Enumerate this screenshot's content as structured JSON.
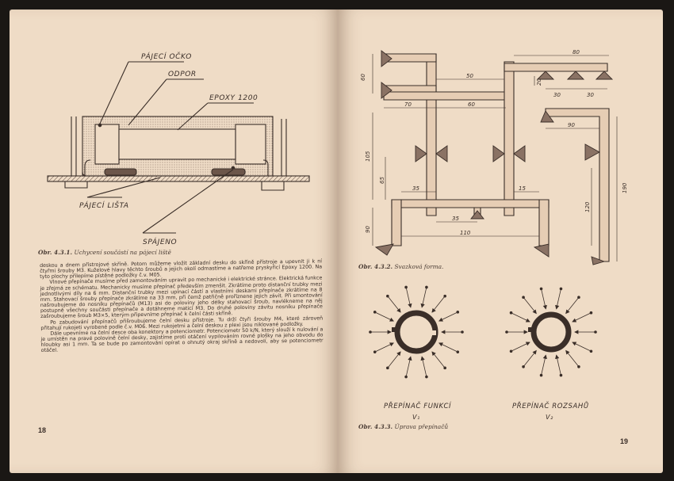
{
  "left_page": {
    "figure": {
      "labels": {
        "pajeci_ocko": "PÁJECÍ OČKO",
        "odpor": "ODPOR",
        "epoxy": "EPOXY 1200",
        "pajeci_lista": "PÁJECÍ LIŠTA",
        "spajeno": "SPÁJENO"
      },
      "caption_number": "Obr. 4.3.1.",
      "caption_text": "Uchycení součástí na pájecí liště"
    },
    "paragraphs": [
      "deskou a dnem přístrojové skříně. Potom můžeme vložit základní desku do skříně přístroje a upevnit ji k ní čtyřmi šrouby M3. Kuželové hlavy těchto šroubů a jejich okolí odmastíme a natřeme pryskyřicí Epoxy 1200. Na tyto plochy přilepíme pístěné podložky č.v. M05.",
      "Vlnové přepínače musíme před zamontováním upravit po mechanické i elektrické stránce. Elektrická funkce je zřejmá ze schématu. Mechanicky musíme přepínač především zmenšit. Zkrátíme proto distanční trubky mezi jednotlivými díly na 6 mm. Distanční trubky mezi upínací částí a vlastními deskami přepínače zkrátíme na 8 mm. Stahovací šrouby přepínače zkrátíme na 33 mm, při čemž patřičně proříznene jejich závit. Při smontování našroubujeme do nosníku přepínačů (M13) asi do poloviny jeho délky stahovací šroub, navlékneme na něj postupně všechny součásti přepínače a dotáhneme maticí M3. Do druhé poloviny závitu nosníku přepínače zašroubujeme šroub M3×5, kterým připevníme přepínač k čelní části skříně.",
      "Po zabudování přepínačů přišroubujeme čelní desku přístroje. Tu drží čtyři šrouby M4, které zároveň přitahují rukojeti vyrobené podle č.v. M06. Mezi rukojetmi a čelní deskou z plexi jsou niklované podložky.",
      "Dále upevníme na čelní desce oba konektory a potenciometr. Potenciometr 50 k/N, který slouží k nulování a je umístěn na pravé polovině čelní desky, zajistíme proti otáčení vypilováním rovné plošky na jeho obvodu do hloubky asi 1 mm. Ta se bude po zamontování opírat o ohnutý okraj skříně a nedovolí, aby se potenciometr otáčel."
    ],
    "page_number": "18"
  },
  "right_page": {
    "figure_top": {
      "dimensions": [
        "80",
        "60",
        "50",
        "20",
        "30",
        "30",
        "70",
        "60",
        "90",
        "105",
        "65",
        "120",
        "190",
        "35",
        "15",
        "35",
        "110",
        "90"
      ],
      "caption_number": "Obr. 4.3.2.",
      "caption_text": "Svazková forma."
    },
    "figure_bottom": {
      "switch1_label": "PŘEPÍNAČ FUNKCÍ",
      "switch1_sub": "V₁",
      "switch2_label": "PŘEPÍNAČ ROZSAHŮ",
      "switch2_sub": "V₂",
      "caption_number": "Obr. 4.3.3.",
      "caption_text": "Úprava přepínačů"
    },
    "page_number": "19"
  },
  "colors": {
    "paper": "#efdcc6",
    "ink": "#3a2e28",
    "hatch": "#8a7264"
  }
}
